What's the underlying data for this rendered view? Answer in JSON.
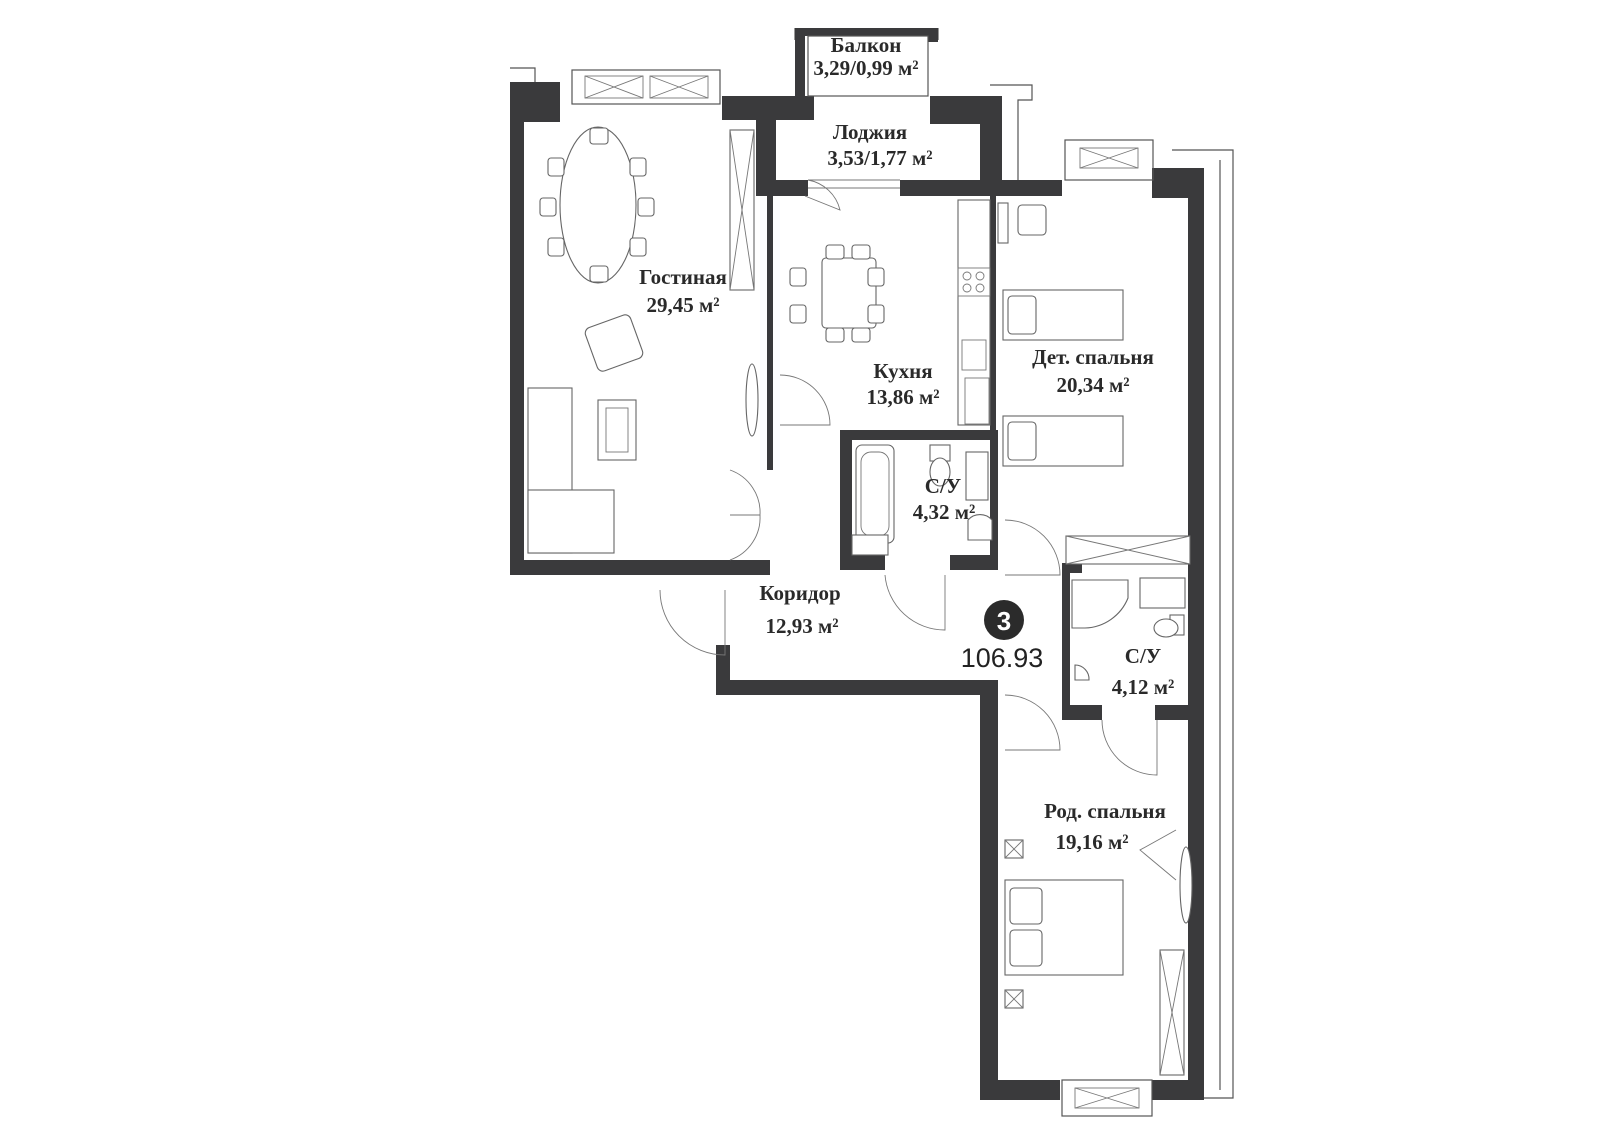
{
  "apartment": {
    "rooms_count": "3",
    "total_area": "106.93"
  },
  "rooms": {
    "balcony": {
      "name": "Балкон",
      "area": "3,29/0,99 м²"
    },
    "loggia": {
      "name": "Лоджия",
      "area": "3,53/1,77 м²"
    },
    "living": {
      "name": "Гостиная",
      "area": "29,45 м²"
    },
    "kitchen": {
      "name": "Кухня",
      "area": "13,86 м²"
    },
    "kids_bedroom": {
      "name": "Дет. спальня",
      "area": "20,34 м²"
    },
    "bathroom1": {
      "name": "С/У",
      "area": "4,32 м²"
    },
    "corridor": {
      "name": "Коридор",
      "area": "12,93 м²"
    },
    "bathroom2": {
      "name": "С/У",
      "area": "4,12 м²"
    },
    "master_bedroom": {
      "name": "Род. спальня",
      "area": "19,16 м²"
    }
  },
  "colors": {
    "wall": "#3a3a3c",
    "line": "#555555",
    "badge": "#2b2b2b"
  }
}
